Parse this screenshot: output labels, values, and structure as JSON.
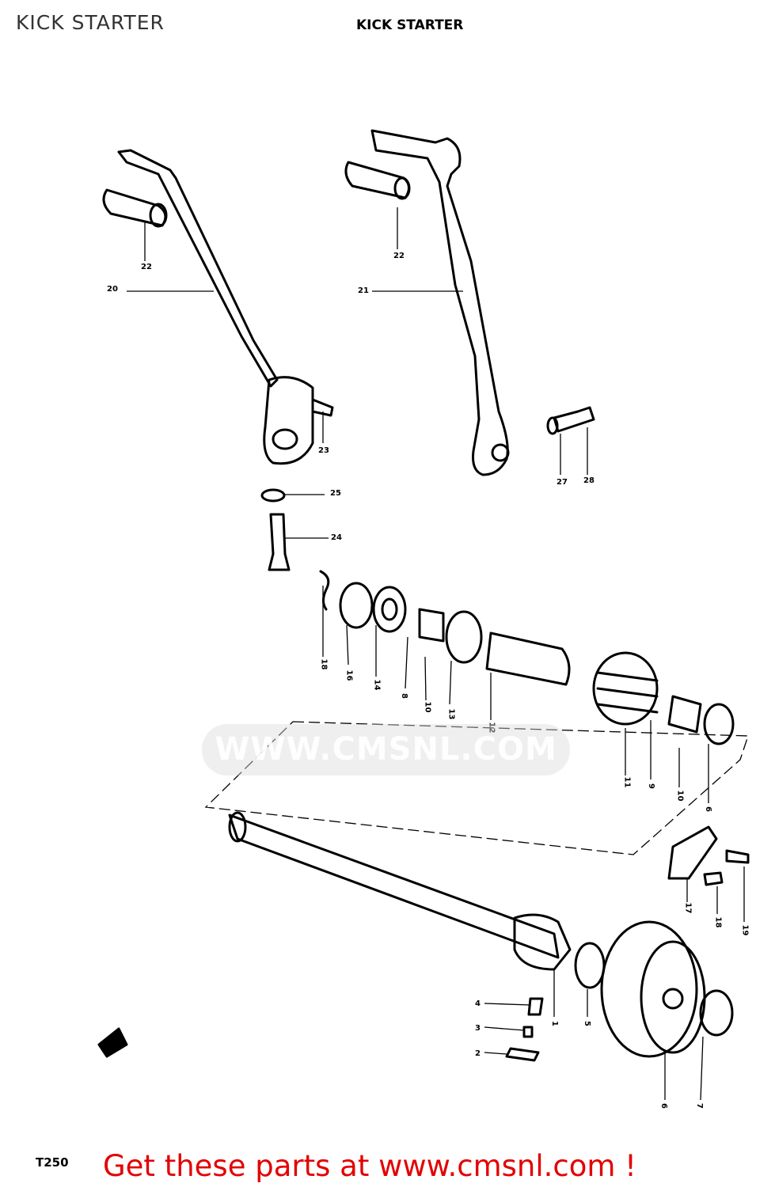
{
  "page_title": "KICK STARTER",
  "diagram_heading": "KICK STARTER",
  "watermark_text": "WWW.CMSNL.COM",
  "model_code": "T250",
  "promo_text": "Get these parts at www.cmsnl.com !",
  "colors": {
    "promo": "#e30000",
    "lines": "#000000",
    "watermark": "#dcdcdc"
  },
  "callouts": [
    "22",
    "20",
    "22",
    "21",
    "23",
    "25",
    "24",
    "27",
    "28",
    "18",
    "16",
    "14",
    "8",
    "10",
    "13",
    "12",
    "11",
    "9",
    "10",
    "6",
    "17",
    "18",
    "19",
    "4",
    "3",
    "2",
    "1",
    "5",
    "6",
    "7"
  ]
}
